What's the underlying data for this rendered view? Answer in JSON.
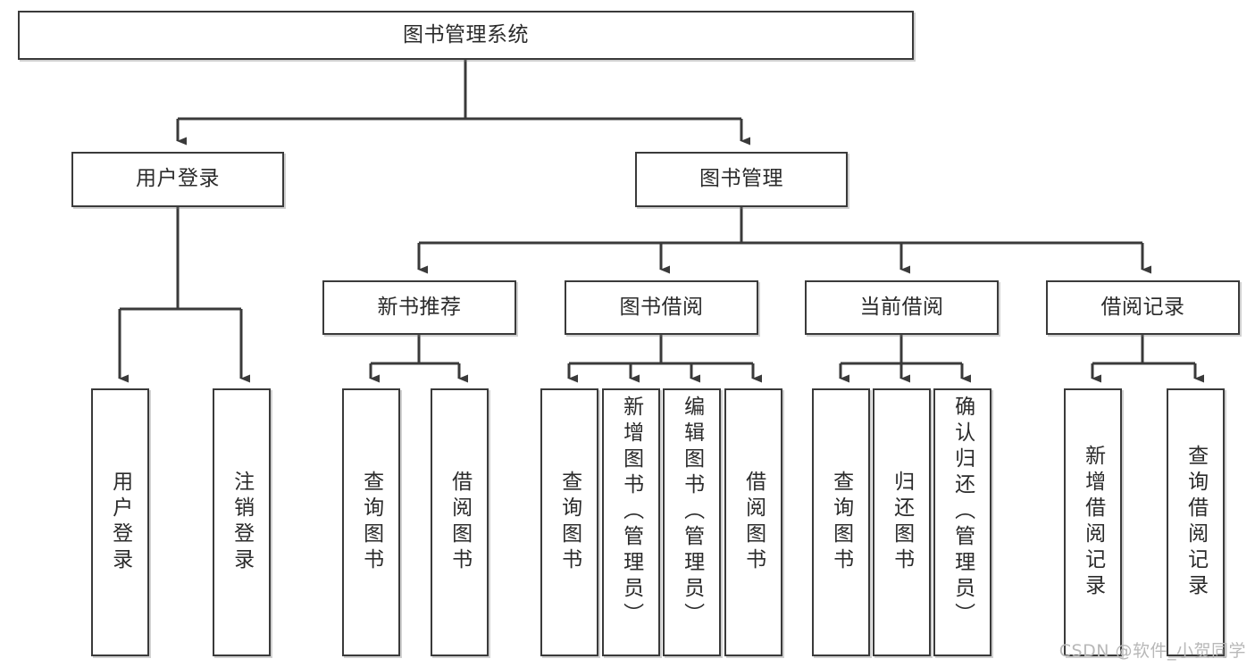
{
  "diagram": {
    "type": "tree",
    "title": "图书管理系统",
    "orientation": "top-down",
    "colors": {
      "box_border": "#3a3a3a",
      "box_fill": "#ffffff",
      "connector": "#3a3a3a",
      "text": "#2b2b2b",
      "watermark": "#b8b8b8"
    },
    "root": {
      "label": "图书管理系统"
    },
    "level2": [
      {
        "label": "用户登录"
      },
      {
        "label": "图书管理"
      }
    ],
    "level3": [
      {
        "label": "新书推荐"
      },
      {
        "label": "图书借阅"
      },
      {
        "label": "当前借阅"
      },
      {
        "label": "借阅记录"
      }
    ],
    "leaves": {
      "user_login": [
        {
          "label": "用户登录"
        },
        {
          "label": "注销登录"
        }
      ],
      "new_book_recommend": [
        {
          "label": "查询图书"
        },
        {
          "label": "借阅图书"
        }
      ],
      "book_borrow": [
        {
          "label": "查询图书"
        },
        {
          "label": "新增图书（管理员）"
        },
        {
          "label": "编辑图书（管理员）"
        },
        {
          "label": "借阅图书"
        }
      ],
      "current_borrow": [
        {
          "label": "查询图书"
        },
        {
          "label": "归还图书"
        },
        {
          "label": "确认归还（管理员）"
        }
      ],
      "borrow_record": [
        {
          "label": "新增借阅记录"
        },
        {
          "label": "查询借阅记录"
        }
      ]
    }
  },
  "watermark": {
    "text": "CSDN @软件_小贺同学"
  }
}
